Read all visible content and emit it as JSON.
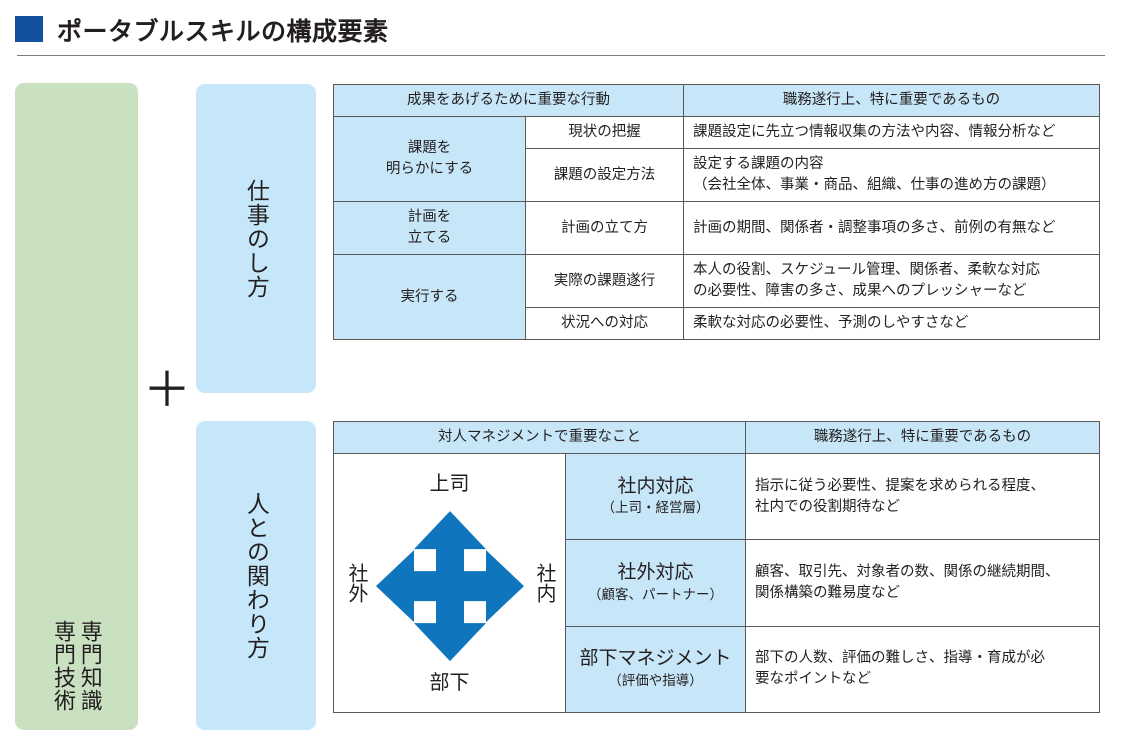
{
  "header": {
    "title": "ポータブルスキルの構成要素",
    "marker_color": "#12519e",
    "rule_color": "#7a7a7a"
  },
  "panels": {
    "expertise": {
      "label_right": "専門知識",
      "label_left": "専門技術",
      "color": "#c9e0c1"
    },
    "plus": "＋",
    "work_style": {
      "label": "仕事のし方",
      "color": "#c5e7f9"
    },
    "people_relations": {
      "label": "人との関わり方",
      "color": "#c5e7f9"
    }
  },
  "table_work": {
    "headers": {
      "col1": "成果をあげるために重要な行動",
      "col2": "職務遂行上、特に重要であるもの"
    },
    "rows": [
      {
        "category": "課題を\n明らかにする",
        "items": [
          {
            "sub": "現状の把握",
            "desc": "課題設定に先立つ情報収集の方法や内容、情報分析など"
          },
          {
            "sub": "課題の設定方法",
            "desc": "設定する課題の内容\n（会社全体、事業・商品、組織、仕事の進め方の課題）"
          }
        ]
      },
      {
        "category": "計画を\n立てる",
        "items": [
          {
            "sub": "計画の立て方",
            "desc": "計画の期間、関係者・調整事項の多さ、前例の有無など"
          }
        ]
      },
      {
        "category": "実行する",
        "items": [
          {
            "sub": "実際の課題遂行",
            "desc": "本人の役割、スケジュール管理、関係者、柔軟な対応\nの必要性、障害の多さ、成果へのプレッシャーなど"
          },
          {
            "sub": "状況への対応",
            "desc": "柔軟な対応の必要性、予測のしやすさなど"
          }
        ]
      }
    ]
  },
  "table_people": {
    "headers": {
      "col1": "対人マネジメントで重要なこと",
      "col2": "職務遂行上、特に重要であるもの"
    },
    "diagram": {
      "top": "上司",
      "bottom": "部下",
      "left": "社外",
      "right": "社内",
      "arrow_color": "#0f75bc"
    },
    "rows": [
      {
        "category": "社内対応",
        "category_note": "（上司・経営層）",
        "desc": "指示に従う必要性、提案を求められる程度、\n社内での役割期待など"
      },
      {
        "category": "社外対応",
        "category_note": "（顧客、パートナー）",
        "desc": "顧客、取引先、対象者の数、関係の継続期間、\n関係構築の難易度など"
      },
      {
        "category": "部下マネジメント",
        "category_note": "（評価や指導）",
        "desc": "部下の人数、評価の難しさ、指導・育成が必\n要なポイントなど"
      }
    ]
  }
}
